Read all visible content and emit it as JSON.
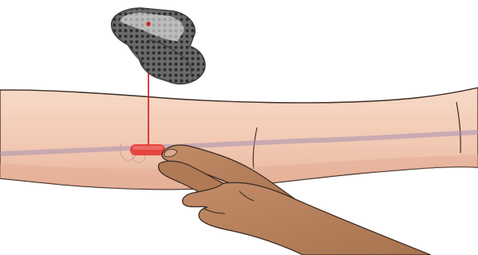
{
  "scene": {
    "subjects": [
      "lattice-implant",
      "forearm",
      "fingers",
      "laser-line",
      "target-marker",
      "vein"
    ],
    "colors": {
      "background": "#ffffff",
      "skin_arm": "#f4d0bc",
      "skin_arm_shadow": "#e8b8a2",
      "skin_hand": "#b8825e",
      "skin_hand_shadow": "#9c6a4a",
      "outline": "#3a2a22",
      "vein": "#a78fb0",
      "laser": "#d8141b",
      "implant": "#6b6b6b",
      "implant_dark": "#3f3f3f"
    }
  }
}
